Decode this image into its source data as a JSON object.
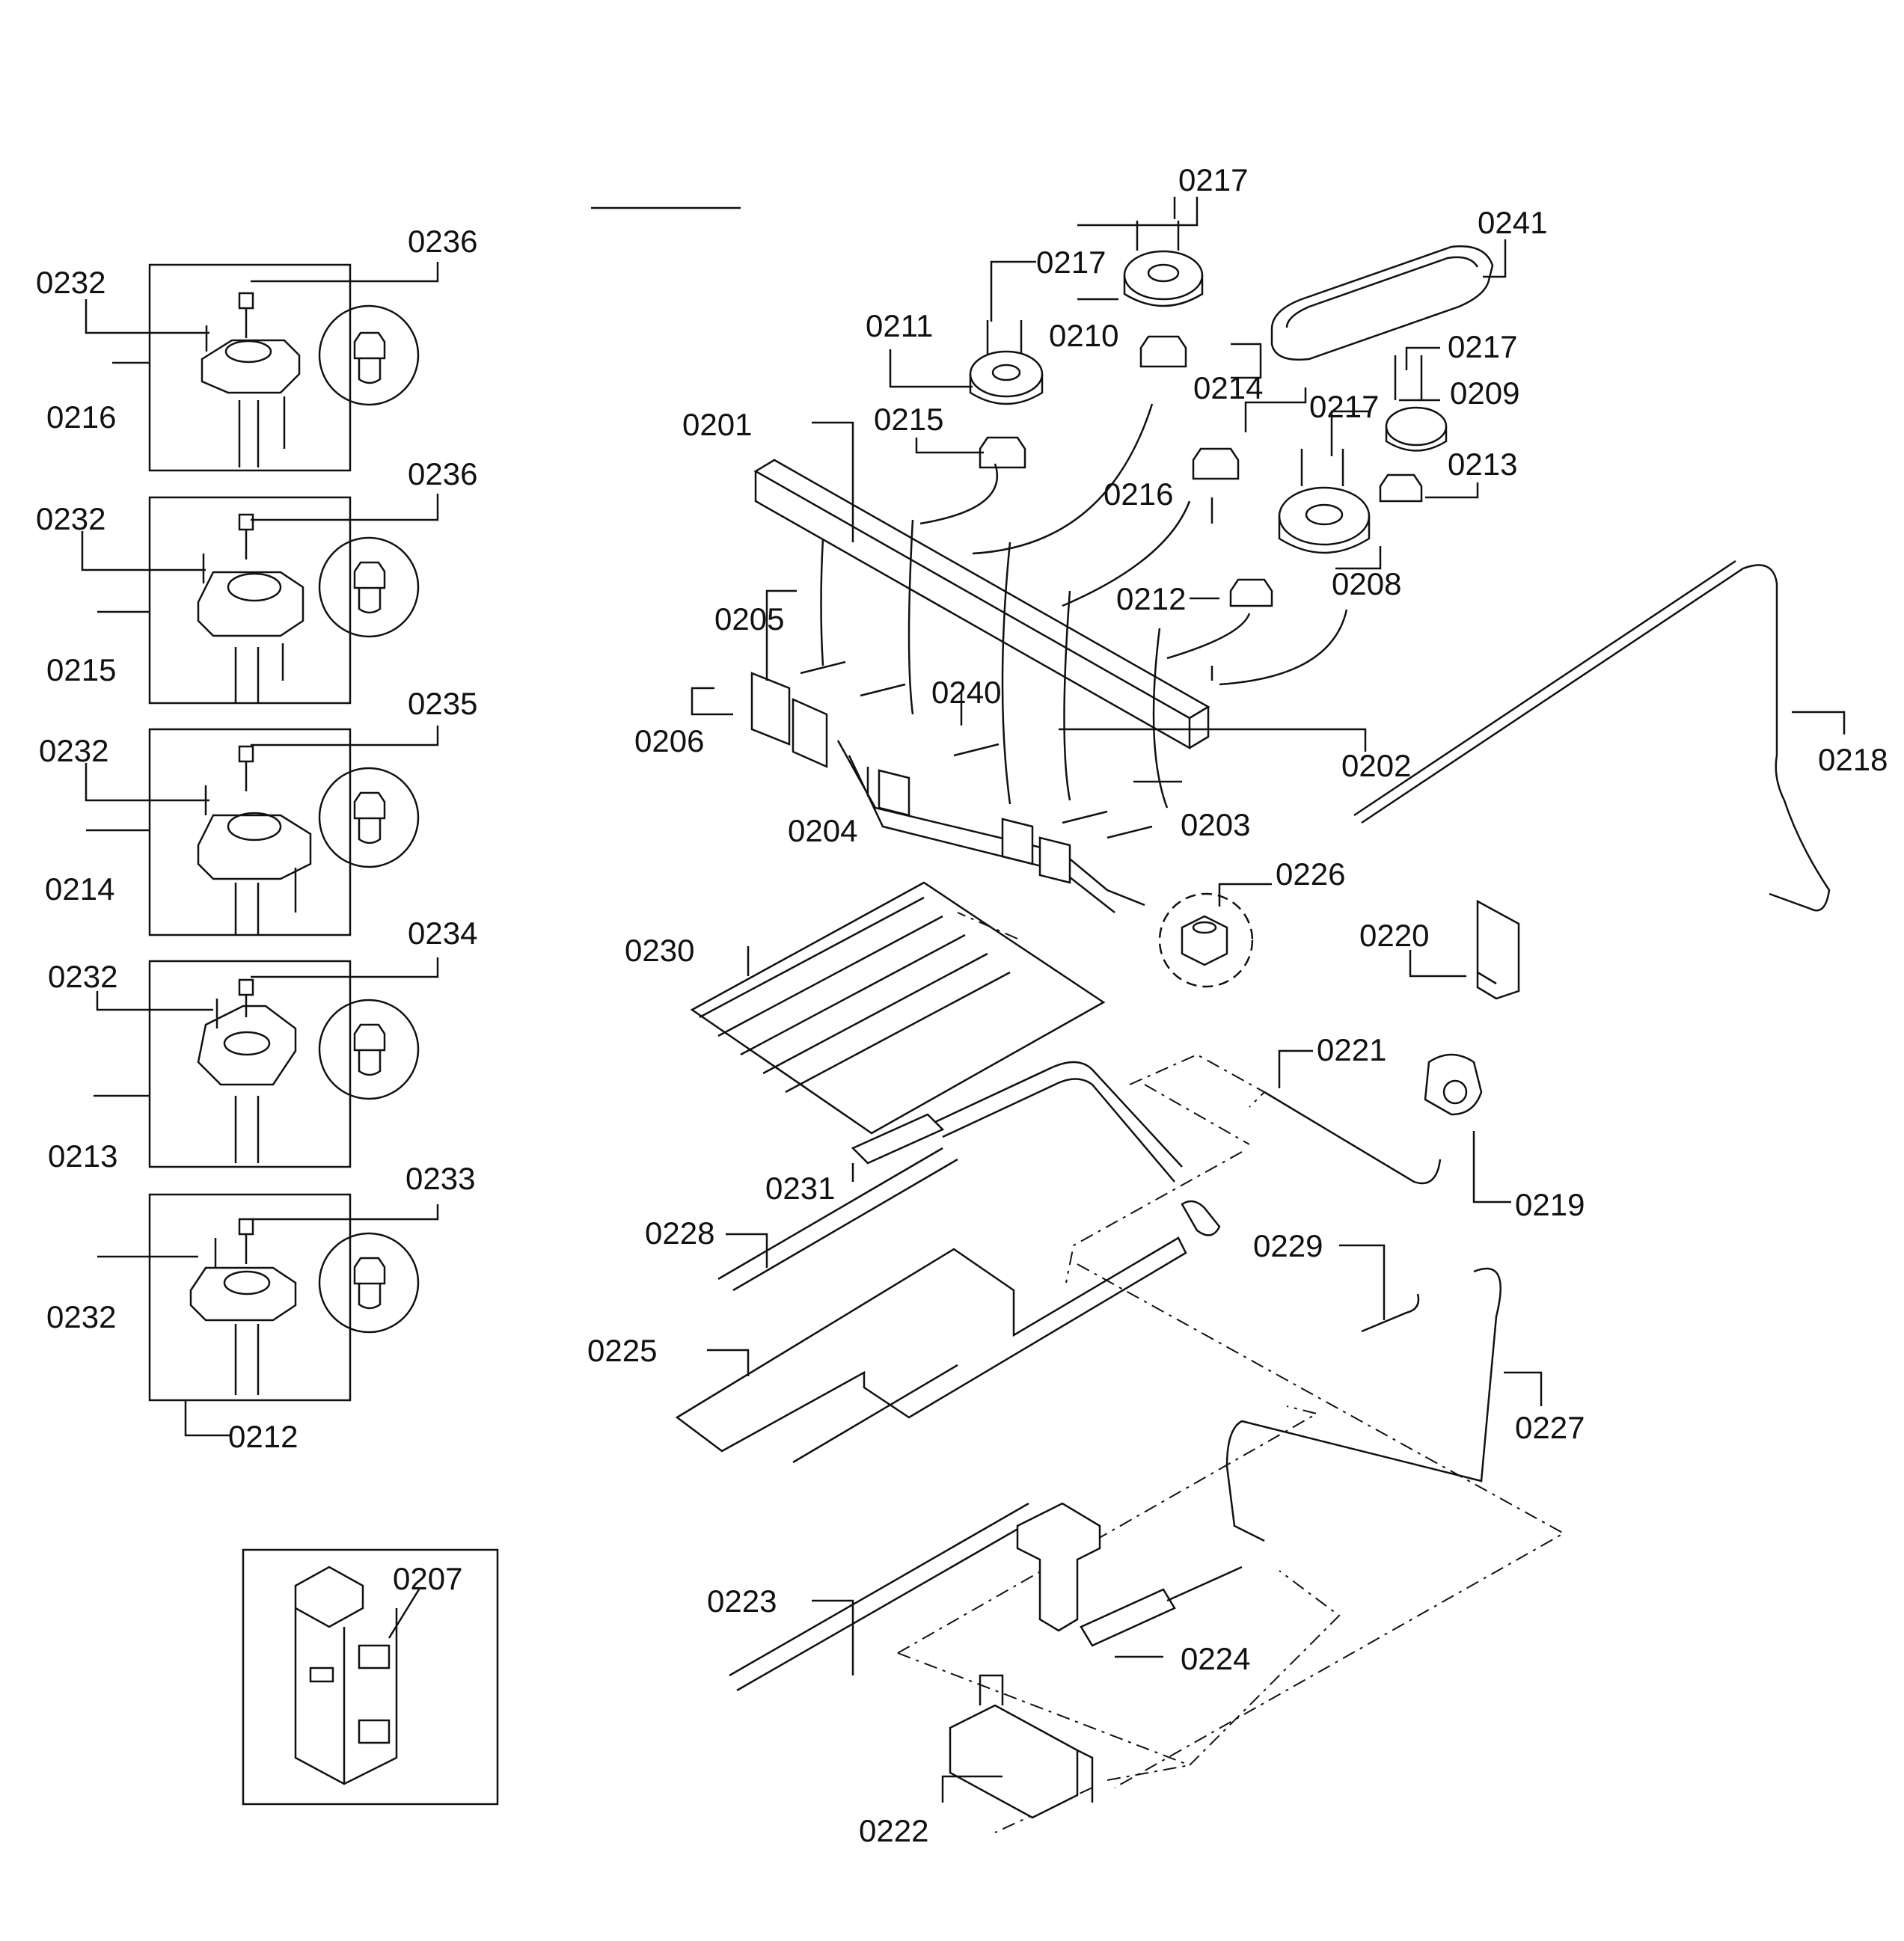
{
  "labels": {
    "p0201": "0201",
    "p0202": "0202",
    "p0203": "0203",
    "p0204": "0204",
    "p0205": "0205",
    "p0206": "0206",
    "p0207": "0207",
    "p0208": "0208",
    "p0209": "0209",
    "p0210": "0210",
    "p0211": "0211",
    "p0212": "0212",
    "p0213": "0213",
    "p0214": "0214",
    "p0215": "0215",
    "p0216": "0216",
    "p0217": "0217",
    "p0218": "0218",
    "p0219": "0219",
    "p0220": "0220",
    "p0221": "0221",
    "p0222": "0222",
    "p0223": "0223",
    "p0224": "0224",
    "p0225": "0225",
    "p0226": "0226",
    "p0227": "0227",
    "p0228": "0228",
    "p0229": "0229",
    "p0230": "0230",
    "p0231": "0231",
    "p0232": "0232",
    "p0233": "0233",
    "p0234": "0234",
    "p0235": "0235",
    "p0236": "0236",
    "p0240": "0240",
    "p0241": "0241"
  }
}
